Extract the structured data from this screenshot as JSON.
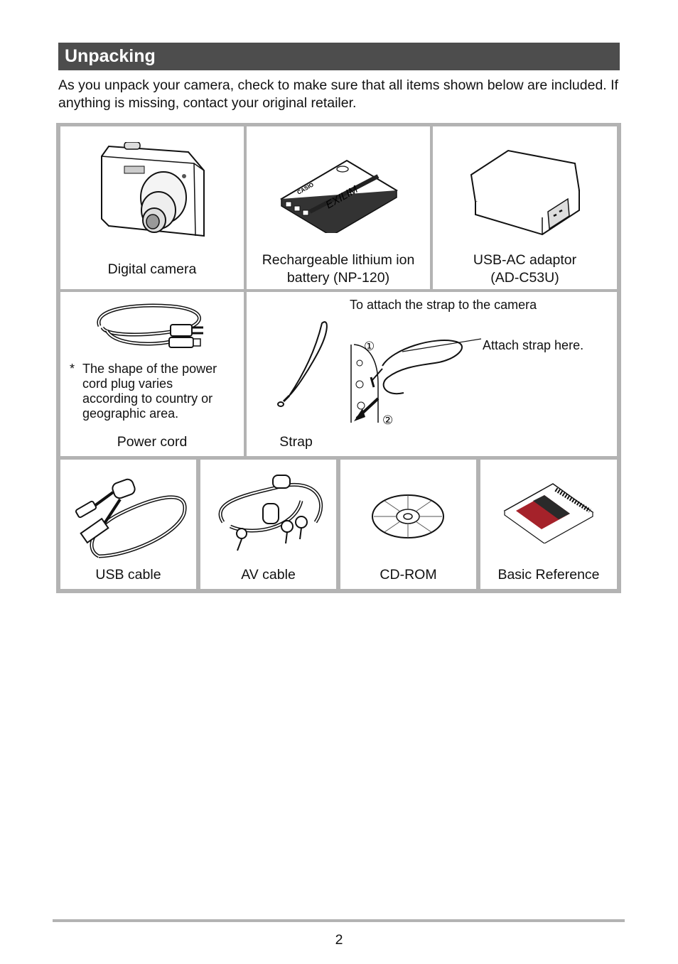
{
  "section": {
    "title": "Unpacking"
  },
  "intro": "As you unpack your camera, check to make sure that all items shown below are included. If anything is missing, contact your original retailer.",
  "items": {
    "digital_camera": "Digital camera",
    "battery": [
      "Rechargeable lithium ion",
      "battery (NP-120)"
    ],
    "adaptor": [
      "USB-AC adaptor",
      "(AD-C53U)"
    ],
    "power_cord": "Power cord",
    "power_cord_note_mark": "*",
    "power_cord_note": [
      "The shape of the power",
      "cord plug varies",
      "according to country or",
      "geographic area."
    ],
    "strap": "Strap",
    "strap_attach_title": "To attach the strap to the camera",
    "strap_attach_callout": "Attach strap here.",
    "strap_step_1": "①",
    "strap_step_2": "②",
    "usb_cable": "USB cable",
    "av_cable": "AV cable",
    "cd_rom": "CD-ROM",
    "basic_reference": "Basic Reference"
  },
  "illustration_text": {
    "battery_brand": "CASIO",
    "battery_logo": "EXILIM"
  },
  "page_number": "2"
}
